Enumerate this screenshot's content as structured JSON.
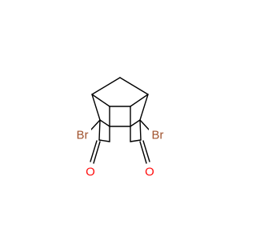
{
  "molecule": {
    "atoms": [
      {
        "id": "br-left",
        "symbol": "Br",
        "color": "#a0522d"
      },
      {
        "id": "br-right",
        "symbol": "Br",
        "color": "#a0522d"
      },
      {
        "id": "o-left",
        "symbol": "O",
        "color": "#ff0d0d"
      },
      {
        "id": "o-right",
        "symbol": "O",
        "color": "#ff0d0d"
      }
    ]
  },
  "colors": {
    "bond": "#000000",
    "background": "#ffffff",
    "bromine": "#a0522d",
    "oxygen": "#ff0d0d"
  }
}
